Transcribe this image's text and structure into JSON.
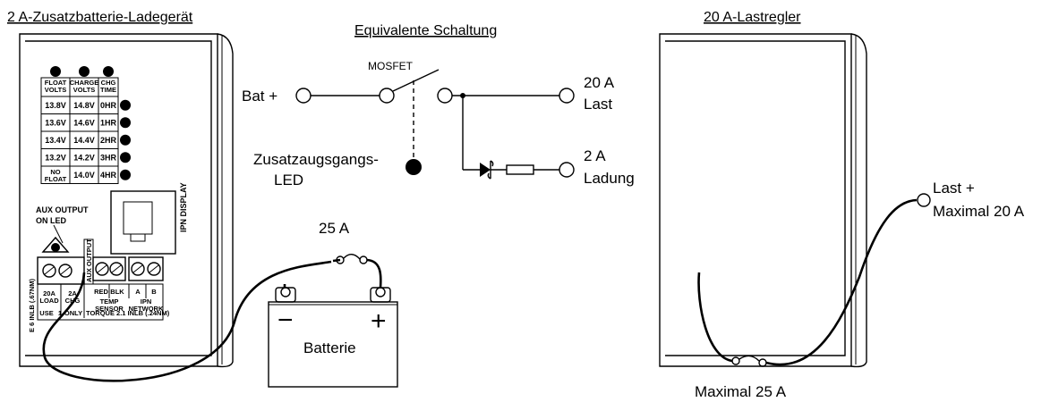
{
  "titles": {
    "charger": "2 A-Zusatzbatterie-Ladegerät",
    "equivalent": "Equivalente Schaltung",
    "load_regulator": "20 A-Lastregler"
  },
  "panel": {
    "headers": [
      "FLOAT VOLTS",
      "CHARGE VOLTS",
      "CHG TIME"
    ],
    "header_lines": [
      [
        "FLOAT",
        "VOLTS"
      ],
      [
        "CHARGE",
        "VOLTS"
      ],
      [
        "CHG",
        "TIME"
      ]
    ],
    "rows": [
      {
        "float": "13.8V",
        "charge": "14.8V",
        "time": "0HR"
      },
      {
        "float": "13.6V",
        "charge": "14.6V",
        "time": "1HR"
      },
      {
        "float": "13.4V",
        "charge": "14.4V",
        "time": "2HR"
      },
      {
        "float": "13.2V",
        "charge": "14.2V",
        "time": "3HR"
      },
      {
        "float": "NO FLOAT",
        "charge": "14.0V",
        "time": "4HR"
      }
    ],
    "no_float_lines": [
      "NO",
      "FLOAT"
    ],
    "ipn_display": "IPN DISPLAY",
    "aux_output_on_led": [
      "AUX OUTPUT",
      "ON LED"
    ],
    "aux_output": "AUX OUTPUT",
    "terminal_labels": [
      "RED",
      "BLK",
      "A",
      "B"
    ],
    "load_label": [
      "20A",
      "LOAD"
    ],
    "chg_label": [
      "2A",
      "CHG"
    ],
    "use_only": [
      "USE",
      "1",
      "ONLY"
    ],
    "temp_sensor": [
      "TEMP",
      "SENSOR"
    ],
    "ipn_network": [
      "IPN",
      "NETWORK"
    ],
    "torque": "TORQUE 2.1 INLB (.24NM)",
    "side_text": "E 6 INLB (.67NM)"
  },
  "circuit": {
    "bat_plus": "Bat +",
    "mosfet": "MOSFET",
    "load_20a": [
      "20 A",
      "Last"
    ],
    "charge_2a": [
      "2 A",
      "Ladung"
    ],
    "aux_led": [
      "Zusatzaugsgangs-",
      "LED"
    ]
  },
  "battery": {
    "label": "Batterie",
    "minus": "−",
    "plus": "+"
  },
  "fuses": {
    "fuse_25a": "25 A",
    "max_25a": "Maximal 25 A"
  },
  "load_out": [
    "Last +",
    "Maximal 20 A"
  ]
}
